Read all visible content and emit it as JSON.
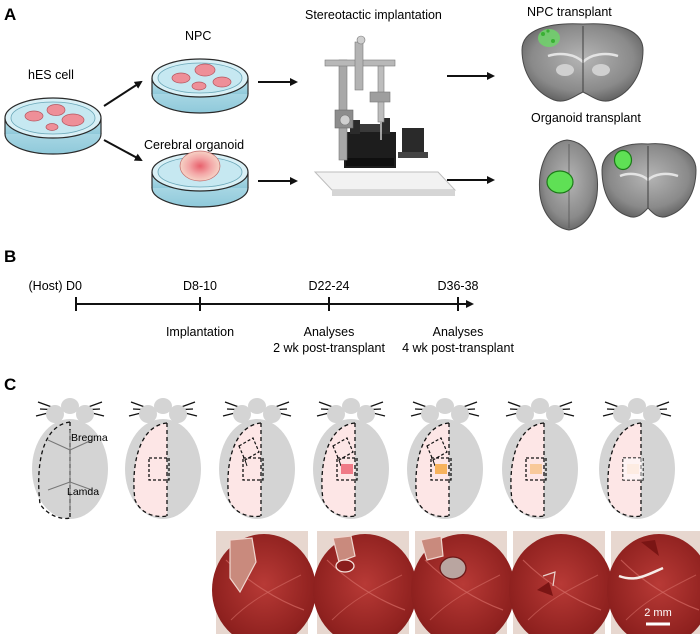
{
  "panel_a": {
    "label": "A",
    "hes_label": "hES cell",
    "npc_label": "NPC",
    "organoid_label": "Cerebral organoid",
    "implant_label": "Stereotactic implantation",
    "npc_transplant_label": "NPC transplant",
    "organoid_transplant_label": "Organoid transplant"
  },
  "panel_b": {
    "label": "B",
    "timepoints": [
      {
        "top": "(Host) D0",
        "bottom": []
      },
      {
        "top": "D8-10",
        "bottom": [
          "Implantation"
        ]
      },
      {
        "top": "D22-24",
        "bottom": [
          "Analyses",
          "2 wk post-transplant"
        ]
      },
      {
        "top": "D36-38",
        "bottom": [
          "Analyses",
          "4 wk post-transplant"
        ]
      }
    ]
  },
  "panel_c": {
    "label": "C",
    "bregma_label": "Bregma",
    "lambda_label": "Lamda",
    "scale_label": "2 mm",
    "colors": {
      "skull": "#d4d4d4",
      "craniotomy": "#fde6e6",
      "implant_red": "#f07a87",
      "implant_orange": "#f7b25c",
      "implant_peach": "#f8c99a",
      "implant_faint": "#fbd8c4"
    }
  }
}
